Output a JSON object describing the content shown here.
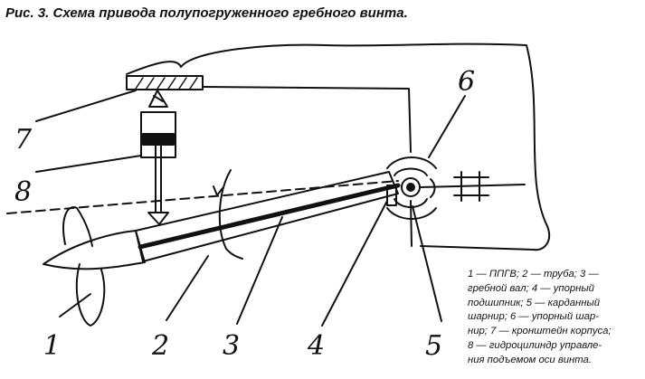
{
  "caption": "Рис. 3. Схема привода полупогруженного гребного винта.",
  "numbers": [
    "1",
    "2",
    "3",
    "4",
    "5",
    "6",
    "7",
    "8"
  ],
  "legend": {
    "line1": "1 — ППГВ; 2 — труба; 3 —",
    "line2": "гребной вал; 4 — упорный",
    "line3": "подшипник; 5 — карданный",
    "line4": "шарнир; 6 — упорный шар-",
    "line5": "нир; 7 — кронштейн корпуса;",
    "line6": "8 — гидроцилиндр управле-",
    "line7": "ния подъемом оси винта."
  },
  "colors": {
    "ink": "#111111",
    "background": "#ffffff"
  }
}
